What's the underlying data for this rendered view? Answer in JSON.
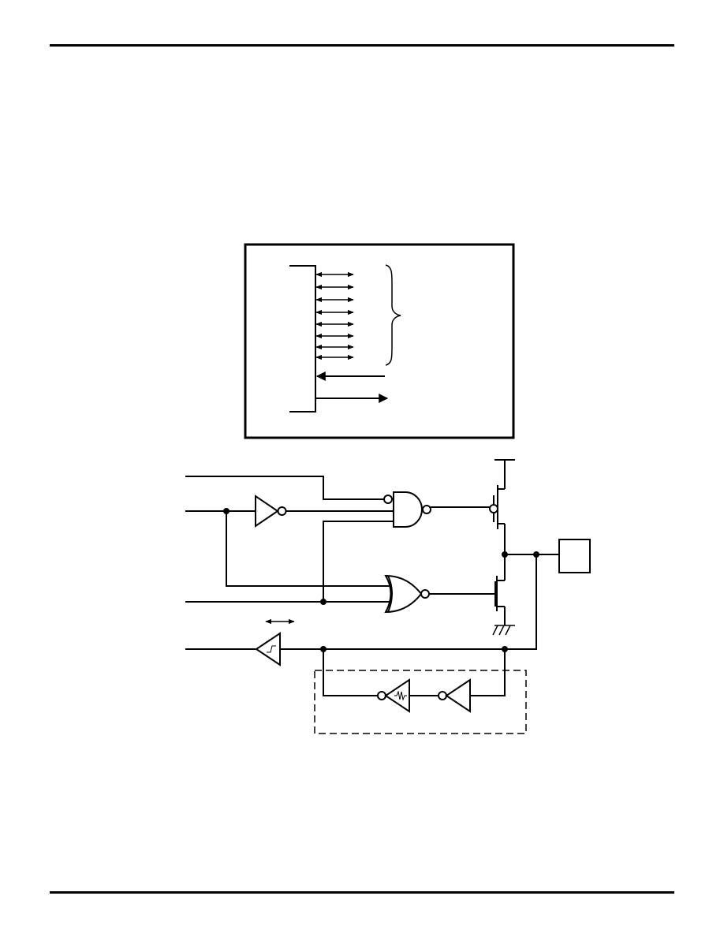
{
  "page": {
    "header_rule": "",
    "footer_rule": ""
  },
  "figures": {
    "port_block": {
      "bidirectional_lines": 8,
      "brace": "right-curly-brace",
      "arrows": [
        "input-arrow",
        "output-arrow"
      ]
    },
    "io_circuit": {
      "gates": [
        "inverter",
        "nand-gate",
        "nor-gate",
        "schmitt-buffer",
        "weak-inverter",
        "inverter"
      ],
      "transistors": [
        "pmos",
        "nmos"
      ],
      "symbols": [
        "ground-icon",
        "pad-box",
        "bidirectional-arrow-icon",
        "latch-box-dashed"
      ]
    }
  }
}
